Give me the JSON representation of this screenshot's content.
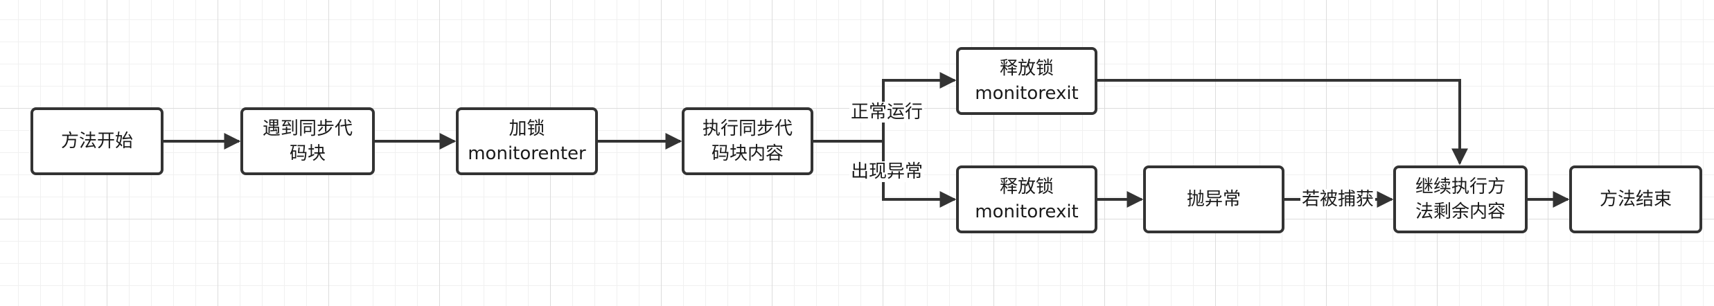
{
  "diagram": {
    "nodes": {
      "method_start": {
        "lines": [
          "方法开始"
        ]
      },
      "sync_block": {
        "lines": [
          "遇到同步代",
          "码块"
        ]
      },
      "lock": {
        "lines": [
          "加锁",
          "monitorenter"
        ]
      },
      "exec_sync": {
        "lines": [
          "执行同步代",
          "码块内容"
        ]
      },
      "release_normal": {
        "lines": [
          "释放锁",
          "monitorexit"
        ]
      },
      "release_exception": {
        "lines": [
          "释放锁",
          "monitorexit"
        ]
      },
      "throw_exception": {
        "lines": [
          "抛异常"
        ]
      },
      "continue_rest": {
        "lines": [
          "继续执行方",
          "法剩余内容"
        ]
      },
      "method_end": {
        "lines": [
          "方法结束"
        ]
      }
    },
    "edge_labels": {
      "normal": "正常运行",
      "exception": "出现异常",
      "caught": "若被捕获"
    },
    "colors": {
      "stroke": "#333333",
      "text": "#1a1a1a",
      "background": "#ffffff"
    }
  }
}
